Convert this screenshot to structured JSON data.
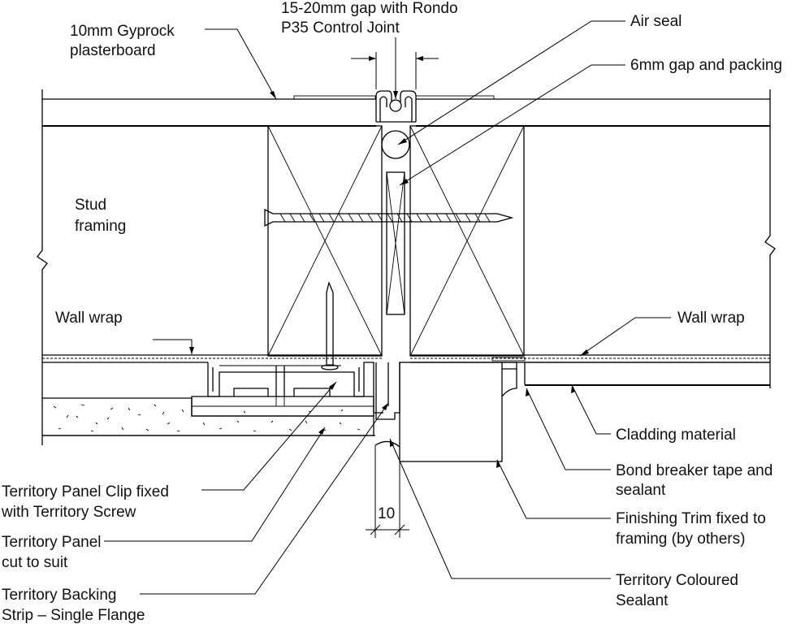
{
  "labels": {
    "gyprock_1": "10mm Gyprock",
    "gyprock_2": "plasterboard",
    "gap_1": "15-20mm gap with Rondo",
    "gap_2": "P35 Control Joint",
    "air_seal": "Air seal",
    "gap_packing": "6mm gap and packing",
    "stud_1": "Stud",
    "stud_2": "framing",
    "wall_wrap_left": "Wall wrap",
    "wall_wrap_right": "Wall wrap",
    "cladding": "Cladding material",
    "bond_1": "Bond breaker tape and",
    "bond_2": "sealant",
    "clip_1": "Territory Panel Clip fixed",
    "clip_2": "with Territory Screw",
    "finishing_1": "Finishing Trim fixed to",
    "finishing_2": "framing (by others)",
    "panel_1": "Territory Panel",
    "panel_2": "cut to suit",
    "sealant_1": "Territory Coloured",
    "sealant_2": "Sealant",
    "backing_1": "Territory Backing",
    "backing_2": "Strip – Single Flange"
  },
  "dimensions": {
    "gap_width": "10"
  },
  "colors": {
    "line": "#000000",
    "background": "#ffffff"
  }
}
